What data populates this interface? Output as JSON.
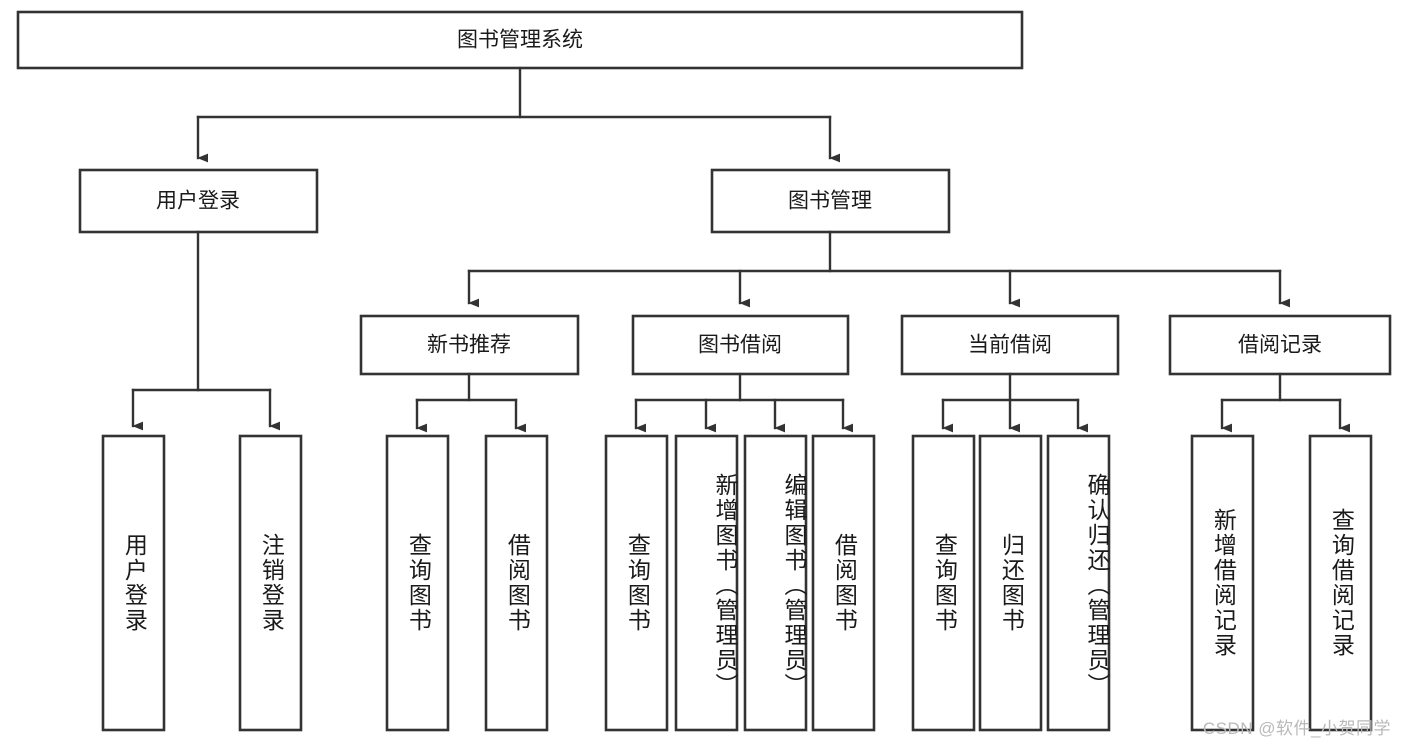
{
  "diagram": {
    "title": "图书管理系统",
    "type": "tree",
    "watermark": "CSDN @软件_小贺同学",
    "colors": {
      "box_stroke": "#333333",
      "box_fill": "#ffffff",
      "line": "#333333",
      "text": "#1a1a1a",
      "background": "#ffffff",
      "watermark": "#b9b9b9"
    },
    "root": {
      "label": "图书管理系统"
    },
    "level2": [
      {
        "label": "用户登录"
      },
      {
        "label": "图书管理"
      }
    ],
    "level3": [
      {
        "label": "新书推荐"
      },
      {
        "label": "图书借阅"
      },
      {
        "label": "当前借阅"
      },
      {
        "label": "借阅记录"
      }
    ],
    "leaves": {
      "user_login": [
        "用户登录",
        "注销登录"
      ],
      "new_book": [
        "查询图书",
        "借阅图书"
      ],
      "book_borrow": [
        "查询图书",
        "新增图书（管理员）",
        "编辑图书（管理员）",
        "借阅图书"
      ],
      "current_borrow": [
        "查询图书",
        "归还图书",
        "确认归还（管理员）"
      ],
      "borrow_record": [
        "新增借阅记录",
        "查询借阅记录"
      ]
    }
  }
}
